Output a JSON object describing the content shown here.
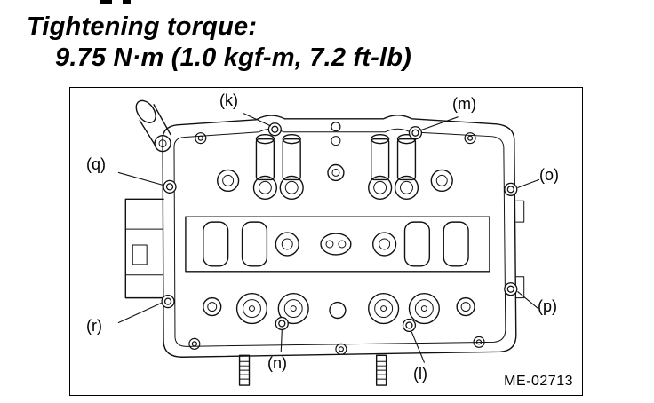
{
  "header": {
    "title": "Tightening torque:",
    "value": "9.75 N·m (1.0 kgf-m, 7.2 ft-lb)"
  },
  "figure": {
    "ref_code": "ME-02713",
    "description": "Cylinder head tightening point diagram",
    "callouts": [
      {
        "id": "k",
        "label": "(k)"
      },
      {
        "id": "m",
        "label": "(m)"
      },
      {
        "id": "q",
        "label": "(q)"
      },
      {
        "id": "o",
        "label": "(o)"
      },
      {
        "id": "r",
        "label": "(r)"
      },
      {
        "id": "p",
        "label": "(p)"
      },
      {
        "id": "n",
        "label": "(n)"
      },
      {
        "id": "l",
        "label": "(l)"
      }
    ],
    "colors": {
      "line": "#111111",
      "background": "#ffffff"
    }
  }
}
